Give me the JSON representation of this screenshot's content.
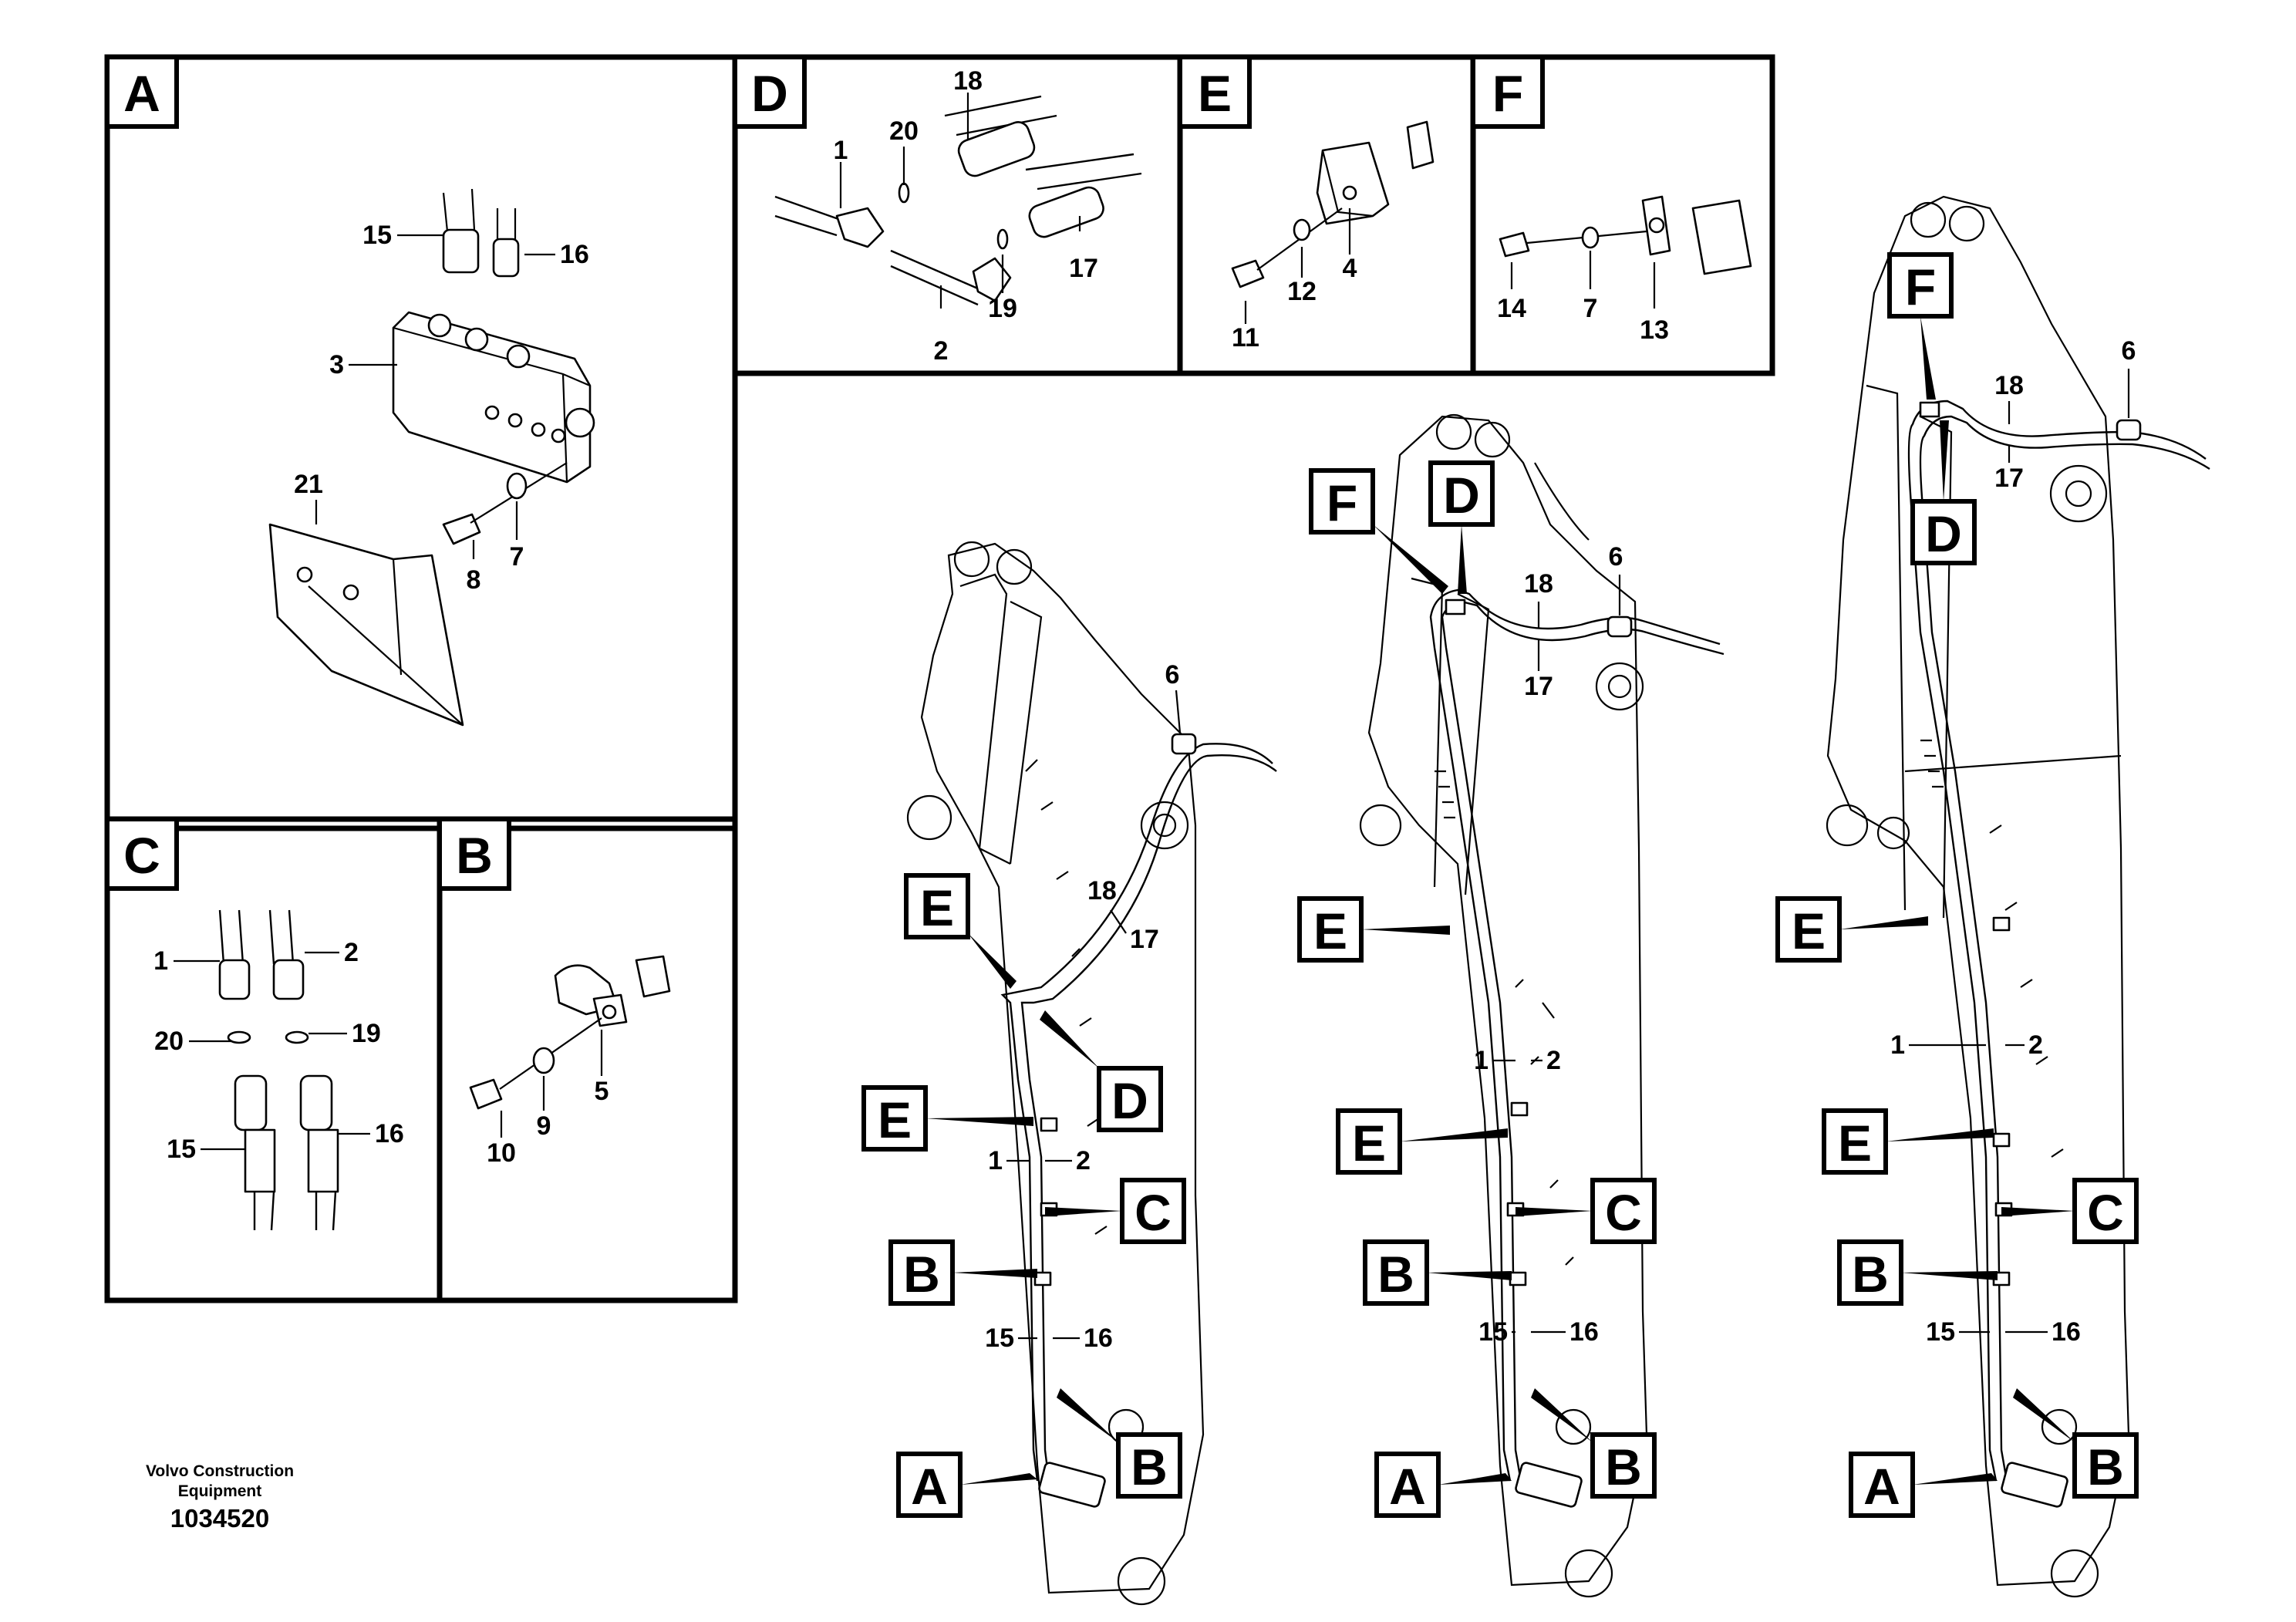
{
  "panels": {
    "A": {
      "letter": "A",
      "labels": [
        "15",
        "16",
        "3",
        "21",
        "8",
        "7"
      ]
    },
    "D": {
      "letter": "D",
      "labels": [
        "1",
        "20",
        "18",
        "17",
        "19",
        "2"
      ]
    },
    "E": {
      "letter": "E",
      "labels": [
        "11",
        "12",
        "4"
      ]
    },
    "F": {
      "letter": "F",
      "labels": [
        "14",
        "7",
        "13"
      ]
    },
    "C": {
      "letter": "C",
      "labels": [
        "1",
        "2",
        "20",
        "19",
        "15",
        "16"
      ]
    },
    "B": {
      "letter": "B",
      "labels": [
        "10",
        "9",
        "5"
      ]
    }
  },
  "booms": [
    {
      "callouts": [
        "A",
        "B",
        "B",
        "C",
        "E",
        "E",
        "D"
      ],
      "labels": {
        "hose_pair_upper": [
          "18",
          "17"
        ],
        "hose_pair_mid": [
          "1",
          "2"
        ],
        "hose_pair_low": [
          "15",
          "16"
        ],
        "clamp": "6"
      }
    },
    {
      "callouts": [
        "A",
        "B",
        "B",
        "C",
        "E",
        "E",
        "F",
        "D"
      ],
      "labels": {
        "hose_pair_upper": [
          "18",
          "17"
        ],
        "hose_pair_mid": [
          "1",
          "2"
        ],
        "hose_pair_low": [
          "15",
          "16"
        ],
        "clamp": "6"
      }
    },
    {
      "callouts": [
        "A",
        "B",
        "B",
        "C",
        "E",
        "E",
        "F",
        "D"
      ],
      "labels": {
        "hose_pair_upper": [
          "18",
          "17"
        ],
        "hose_pair_mid": [
          "1",
          "2"
        ],
        "hose_pair_low": [
          "15",
          "16"
        ],
        "clamp": "6"
      }
    }
  ],
  "footer": {
    "company_line1": "Volvo Construction",
    "company_line2": "Equipment",
    "drawing_number": "1034520"
  }
}
